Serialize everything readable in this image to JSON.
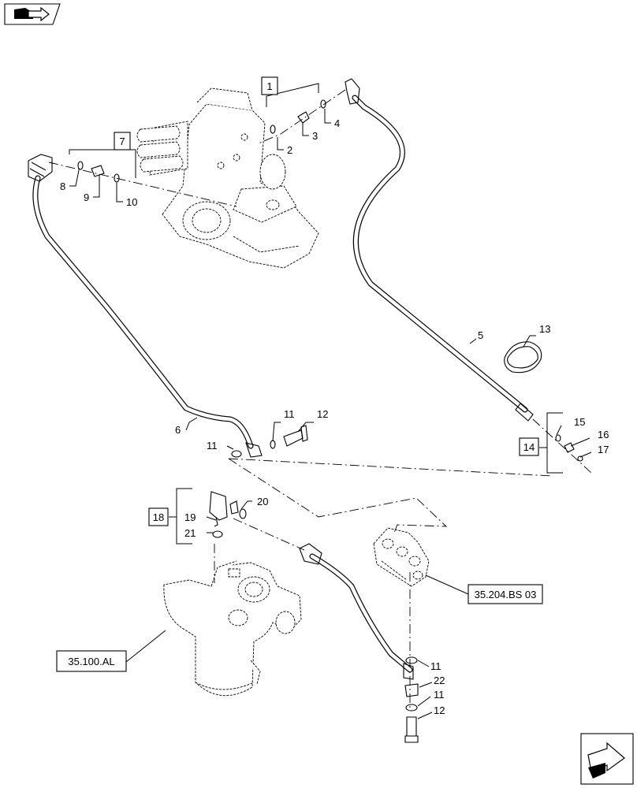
{
  "callouts": {
    "c1": "1",
    "c2": "2",
    "c3": "3",
    "c4": "4",
    "c5": "5",
    "c6": "6",
    "c7": "7",
    "c8": "8",
    "c9": "9",
    "c10": "10",
    "c11a": "11",
    "c11b": "11",
    "c11c": "11",
    "c11d": "11",
    "c12a": "12",
    "c12b": "12",
    "c13": "13",
    "c14": "14",
    "c15": "15",
    "c16": "16",
    "c17": "17",
    "c18": "18",
    "c19": "19",
    "c20": "20",
    "c21": "21",
    "c22": "22"
  },
  "references": {
    "bs03": "35.204.BS 03",
    "al": "35.100.AL"
  },
  "icons": {
    "top_left": "book-arrow-icon",
    "bottom_right": "next-page-arrow-icon"
  }
}
